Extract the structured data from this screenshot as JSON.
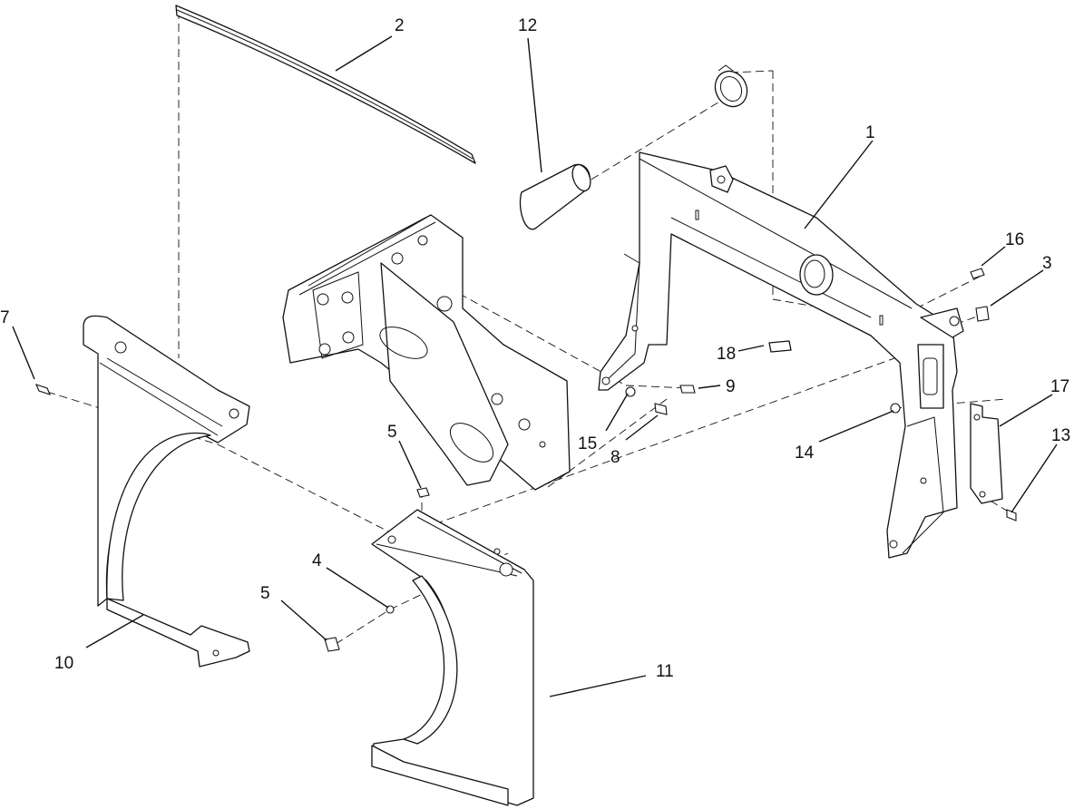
{
  "callouts": {
    "c1": "1",
    "c2": "2",
    "c3": "3",
    "c4": "4",
    "c5a": "5",
    "c5b": "5",
    "c7": "7",
    "c8": "8",
    "c9": "9",
    "c10": "10",
    "c11": "11",
    "c12": "12",
    "c13": "13",
    "c14": "14",
    "c15": "15",
    "c16": "16",
    "c17": "17",
    "c18": "18"
  },
  "colors": {
    "ink": "#111111",
    "paper": "#ffffff"
  }
}
